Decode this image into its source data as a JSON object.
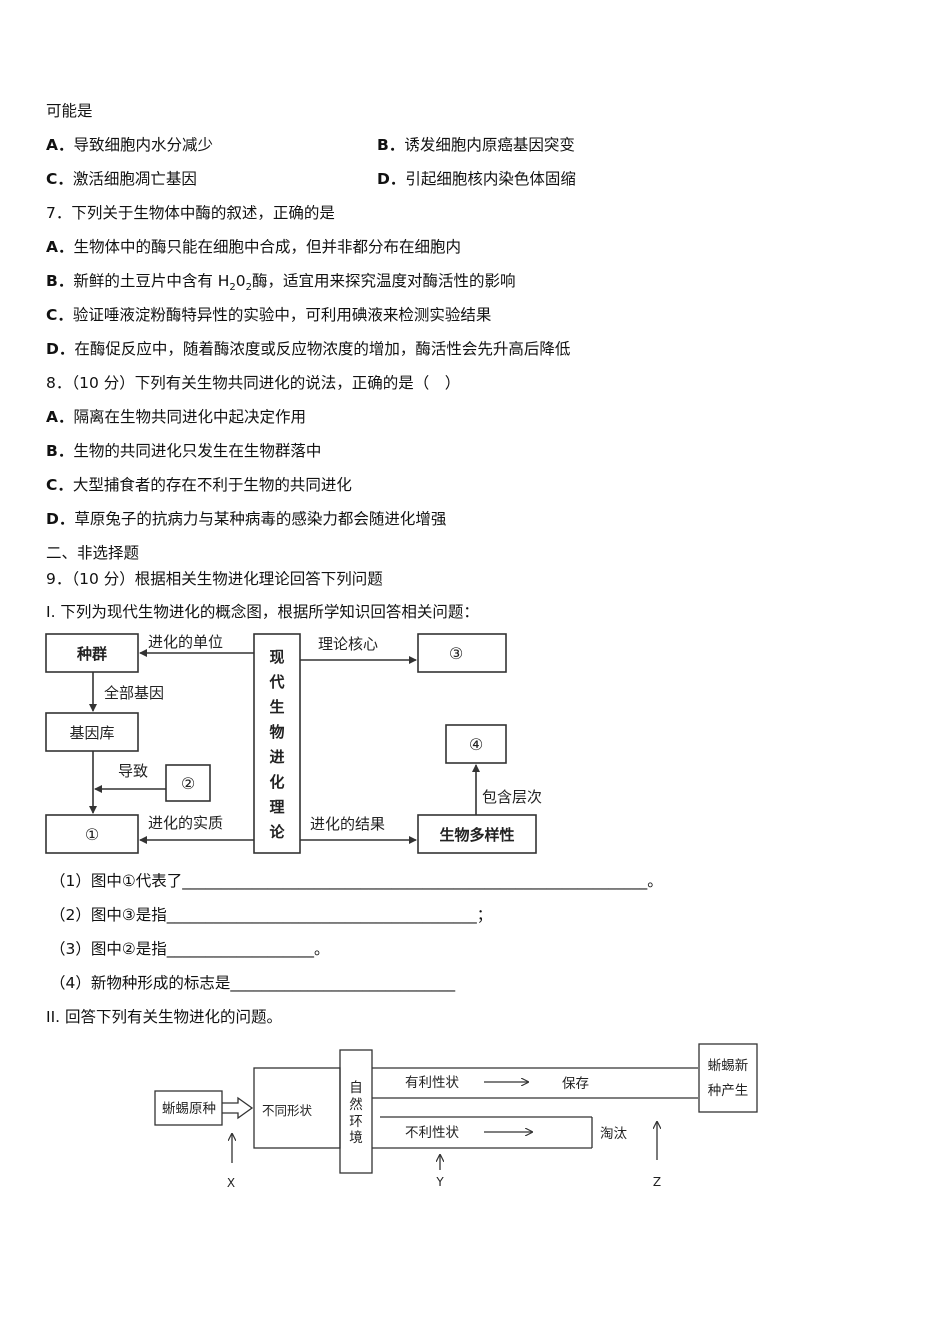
{
  "q6": {
    "stem_tail": "可能是",
    "options": [
      {
        "label": "A．",
        "text": "导致细胞内水分减少"
      },
      {
        "label": "B．",
        "text": "诱发细胞内原癌基因突变"
      },
      {
        "label": "C．",
        "text": "激活细胞凋亡基因"
      },
      {
        "label": "D．",
        "text": "引起细胞核内染色体固缩"
      }
    ]
  },
  "q7": {
    "stem": "7．下列关于生物体中酶的叙述，正确的是",
    "options": [
      {
        "label": "A．",
        "text": "生物体中的酶只能在细胞中合成，但并非都分布在细胞内"
      },
      {
        "label": "B．",
        "text_before": "新鲜的土豆片中含有 H",
        "sub1": "2",
        "mid": "0",
        "sub2": "2",
        "text_after": "酶，适宜用来探究温度对酶活性的影响"
      },
      {
        "label": "C．",
        "text": "验证唾液淀粉酶特异性的实验中，可利用碘液来检测实验结果"
      },
      {
        "label": "D．",
        "text": "在酶促反应中，随着酶浓度或反应物浓度的增加，酶活性会先升高后降低"
      }
    ]
  },
  "q8": {
    "stem": "8．（10 分）下列有关生物共同进化的说法，正确的是（　）",
    "options": [
      {
        "label": "A．",
        "text": "隔离在生物共同进化中起决定作用"
      },
      {
        "label": "B．",
        "text": "生物的共同进化只发生在生物群落中"
      },
      {
        "label": "C．",
        "text": "大型捕食者的存在不利于生物的共同进化"
      },
      {
        "label": "D．",
        "text": "草原兔子的抗病力与某种病毒的感染力都会随进化增强"
      }
    ]
  },
  "section2": "二、非选择题",
  "q9": {
    "stem": "9．（10 分）根据相关生物进化理论回答下列问题",
    "part1_title": "I. 下列为现代生物进化的概念图，根据所学知识回答相关问题：",
    "diagram1": {
      "box_population": "种群",
      "box_genepool": "基因库",
      "box_1": "①",
      "box_2": "②",
      "box_3": "③",
      "box_4": "④",
      "box_diversity": "生物多样性",
      "center_chars": [
        "现",
        "代",
        "生",
        "物",
        "进",
        "化",
        "理",
        "论"
      ],
      "arrow_unit": "进化的单位",
      "arrow_core": "理论核心",
      "arrow_allgenes": "全部基因",
      "arrow_cause": "导致",
      "arrow_essence": "进化的实质",
      "arrow_result": "进化的结果",
      "arrow_levels": "包含层次"
    },
    "blanks": [
      {
        "text": "（1）图中①代表了",
        "blank": "____________________________________________________________",
        "end": "。"
      },
      {
        "text": "（2）图中③是指",
        "blank": "________________________________________",
        "end": "；"
      },
      {
        "text": "（3）图中②是指",
        "blank": "___________________",
        "end": "。"
      },
      {
        "text": "（4）新物种形成的标志是",
        "blank": "_____________________________",
        "end": ""
      }
    ],
    "part2_title": "II. 回答下列有关生物进化的问题。",
    "diagram2": {
      "box_origin": "蜥蜴原种",
      "box_traits": "不同形状",
      "nature_chars": [
        "自",
        "然",
        "环",
        "境"
      ],
      "favorable": "有利性状",
      "preserve": "保存",
      "unfavorable": "不利性状",
      "eliminate": "淘汰",
      "new_species_line1": "蜥蜴新",
      "new_species_line2": "种产生",
      "label_x": "X",
      "label_y": "Y",
      "label_z": "Z"
    }
  }
}
